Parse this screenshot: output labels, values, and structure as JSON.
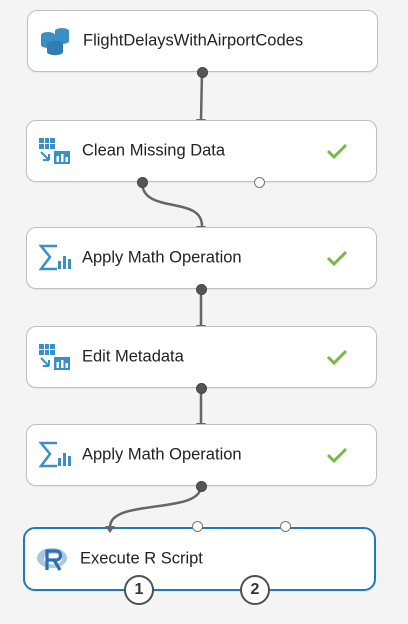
{
  "colors": {
    "accent": "#1f7bb8",
    "check": "#7ab648",
    "icon": "#3a8fc7",
    "connector": "#666666"
  },
  "modules": [
    {
      "label": "FlightDelaysWithAirportCodes",
      "icon": "dataset-icon",
      "status": ""
    },
    {
      "label": "Clean Missing Data",
      "icon": "data-transform-icon",
      "status": "completed-check-icon"
    },
    {
      "label": "Apply Math Operation",
      "icon": "sigma-chart-icon",
      "status": "completed-check-icon"
    },
    {
      "label": "Edit Metadata",
      "icon": "data-transform-icon",
      "status": "completed-check-icon"
    },
    {
      "label": "Apply Math Operation",
      "icon": "sigma-chart-icon",
      "status": "completed-check-icon"
    },
    {
      "label": "Execute R Script",
      "icon": "r-script-icon",
      "status": "",
      "selected": true,
      "output_ports": [
        "1",
        "2"
      ]
    }
  ]
}
